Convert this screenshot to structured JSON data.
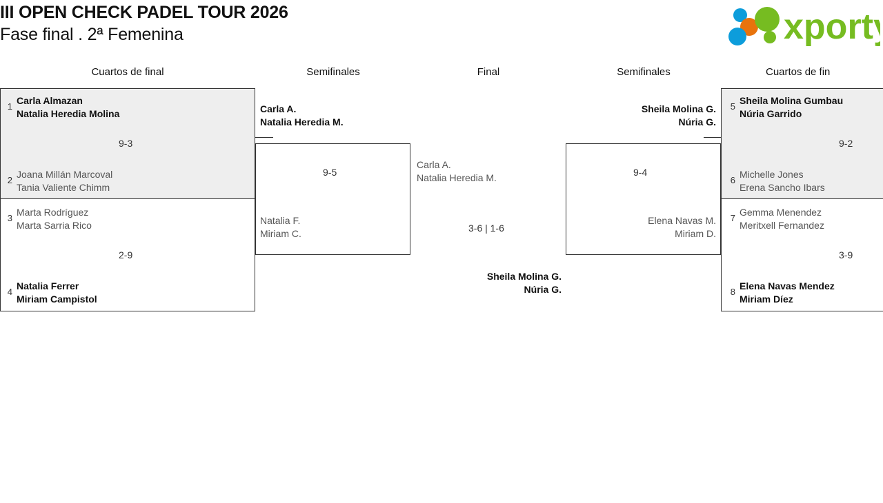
{
  "header": {
    "title_line1": "III OPEN CHECK PADEL TOUR 2026",
    "title_line2": "Fase final . 2ª Femenina",
    "logo_text": "xporty",
    "logo_colors": {
      "green": "#76bc21",
      "orange": "#e8730c",
      "blue": "#0d9ddb"
    }
  },
  "rounds": {
    "qf_left": "Cuartos de final",
    "sf_left": "Semifinales",
    "final": "Final",
    "sf_right": "Semifinales",
    "qf_right": "Cuartos de fin"
  },
  "matches": {
    "qf1": {
      "top": {
        "seed": "1",
        "p1": "Carla Almazan",
        "p2": "Natalia Heredia Molina",
        "winner": true
      },
      "bottom": {
        "seed": "2",
        "p1": "Joana Millán Marcoval",
        "p2": "Tania Valiente Chimm",
        "winner": false
      },
      "score": "9-3"
    },
    "qf2": {
      "top": {
        "seed": "3",
        "p1": "Marta Rodríguez",
        "p2": "Marta Sarria Rico",
        "winner": false
      },
      "bottom": {
        "seed": "4",
        "p1": "Natalia Ferrer",
        "p2": "Miriam Campistol",
        "winner": true
      },
      "score": "2-9"
    },
    "qf3": {
      "top": {
        "seed": "5",
        "p1": "Sheila Molina Gumbau",
        "p2": "Núria Garrido",
        "winner": true
      },
      "bottom": {
        "seed": "6",
        "p1": "Michelle Jones",
        "p2": "Erena Sancho Ibars",
        "winner": false
      },
      "score": "9-2"
    },
    "qf4": {
      "top": {
        "seed": "7",
        "p1": "Gemma Menendez",
        "p2": "Meritxell Fernandez",
        "winner": false
      },
      "bottom": {
        "seed": "8",
        "p1": "Elena Navas Mendez",
        "p2": "Miriam Díez",
        "winner": true
      },
      "score": "3-9"
    },
    "sf_left": {
      "top": {
        "p1": "Carla A.",
        "p2": "Natalia Heredia M.",
        "winner": true
      },
      "bottom": {
        "p1": "Natalia F.",
        "p2": "Miriam C.",
        "winner": false
      },
      "score": "9-5"
    },
    "sf_right": {
      "top": {
        "p1": "Sheila Molina G.",
        "p2": "Núria G.",
        "winner": true
      },
      "bottom": {
        "p1": "Elena Navas M.",
        "p2": "Miriam D.",
        "winner": false
      },
      "score": "9-4"
    },
    "final": {
      "left": {
        "p1": "Carla A.",
        "p2": "Natalia Heredia M.",
        "winner": false
      },
      "right": {
        "p1": "Sheila Molina G.",
        "p2": "Núria G.",
        "winner": true
      },
      "score": "3-6 | 1-6"
    }
  }
}
